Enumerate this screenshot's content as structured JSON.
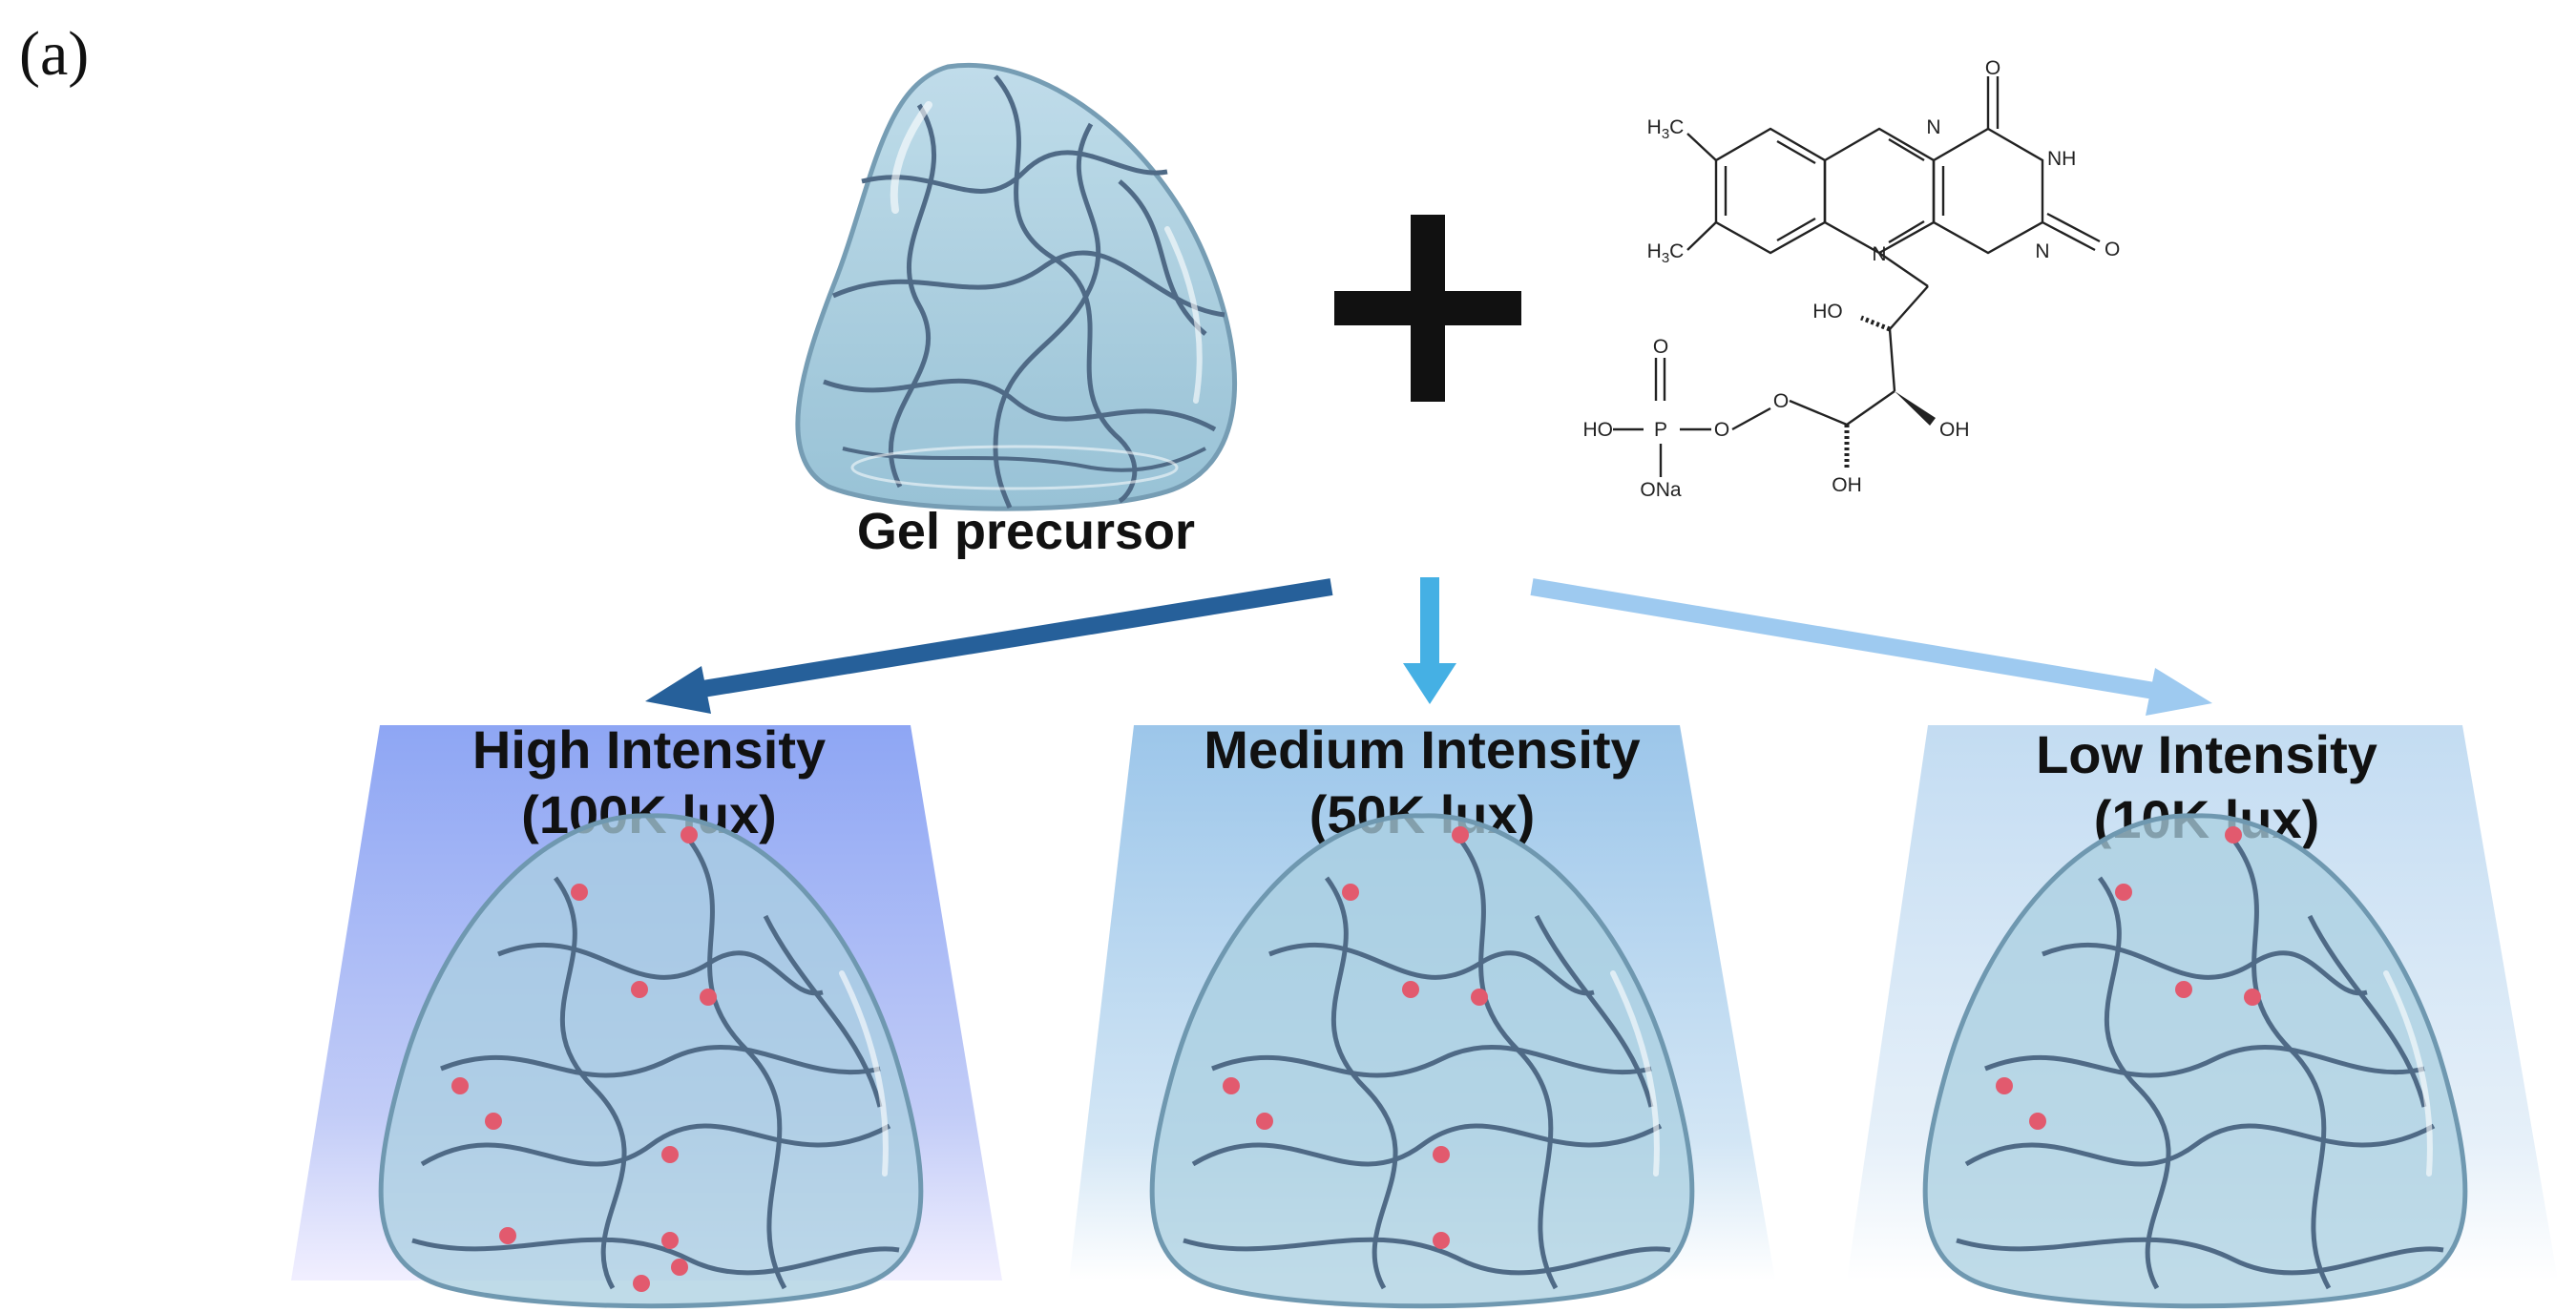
{
  "figure": {
    "panel_label": "(a)",
    "precursor_label": "Gel precursor",
    "molecule_atoms": {
      "o_top": "O",
      "nh": "NH",
      "o_right": "O",
      "n_ring_top": "N",
      "n_ring_bottom_right": "N",
      "n_ring_bottom": "N",
      "h3c_top": "H",
      "h3c_top_sub": "3",
      "h3c_top_c": "C",
      "h3c_bottom": "H",
      "h3c_bottom_sub": "3",
      "h3c_bottom_c": "C",
      "ho_upper": "HO",
      "oh_right": "OH",
      "oh_bottom": "OH",
      "ho_phosphate": "HO",
      "p": "P",
      "o_phos_top": "O",
      "o_link1": "O",
      "o_link2": "O",
      "ona": "ONa"
    },
    "conditions": [
      {
        "title": "High Intensity",
        "lux": "(100K lux)",
        "cross_links": 11
      },
      {
        "title": "Medium Intensity",
        "lux": "(50K lux)",
        "cross_links": 8
      },
      {
        "title": "Low Intensity",
        "lux": "(10K lux)",
        "cross_links": 6
      }
    ],
    "colors": {
      "gel_fill": "#a9cfe0",
      "gel_edge": "#6f98b0",
      "polymer_chain": "#4f6a86",
      "cross_link": "#e25a6e",
      "arrow_high": "#26609a",
      "arrow_medium": "#45b0e4",
      "arrow_low": "#9ecaf0",
      "beam_high": "#8ea6f4",
      "beam_medium": "#9cc6ea",
      "beam_low": "#c3dcf2"
    }
  }
}
